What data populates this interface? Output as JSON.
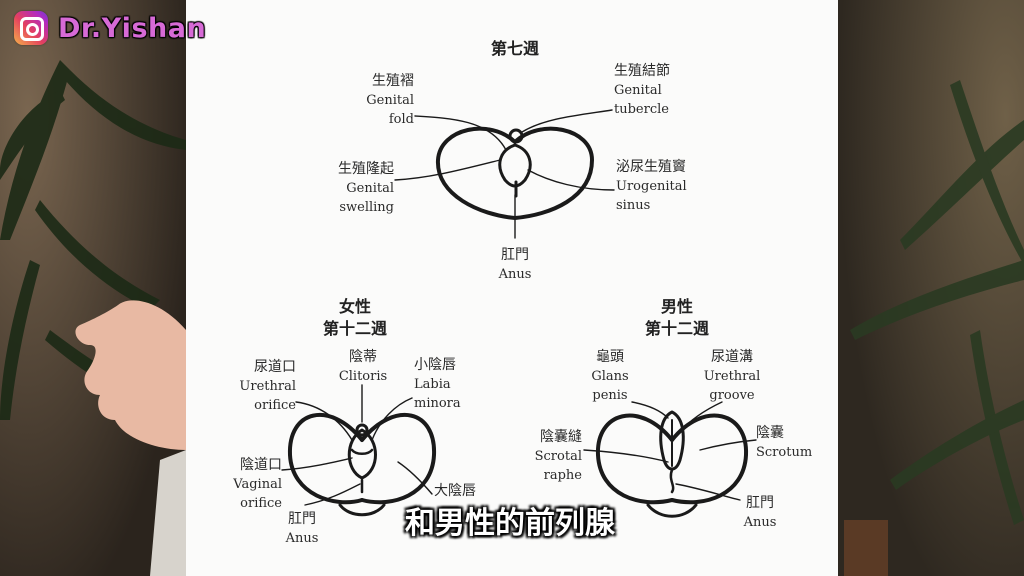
{
  "brand": {
    "name": "Dr.Yishan",
    "icon": "instagram-icon"
  },
  "colors": {
    "brand_text": "#d76ad6",
    "panel": "#fbfbfa",
    "ink": "#1a1a1a"
  },
  "top": {
    "title": "第七週",
    "genital_fold": {
      "zh": "生殖褶",
      "en1": "Genital",
      "en2": "fold"
    },
    "genital_tubercle": {
      "zh": "生殖結節",
      "en1": "Genital",
      "en2": "tubercle"
    },
    "genital_swelling": {
      "zh": "生殖隆起",
      "en1": "Genital",
      "en2": "swelling"
    },
    "urogenital_sinus": {
      "zh": "泌尿生殖竇",
      "en1": "Urogenital",
      "en2": "sinus"
    },
    "anus": {
      "zh": "肛門",
      "en": "Anus"
    }
  },
  "female": {
    "title1": "女性",
    "title2": "第十二週",
    "urethral_orifice": {
      "zh": "尿道口",
      "en1": "Urethral",
      "en2": "orifice"
    },
    "clitoris": {
      "zh": "陰蒂",
      "en": "Clitoris"
    },
    "labia_minora": {
      "zh": "小陰唇",
      "en1": "Labia",
      "en2": "minora"
    },
    "vaginal_orifice": {
      "zh": "陰道口",
      "en1": "Vaginal",
      "en2": "orifice"
    },
    "labia_majora": {
      "zh": "大陰唇"
    },
    "anus": {
      "zh": "肛門",
      "en": "Anus"
    }
  },
  "male": {
    "title1": "男性",
    "title2": "第十二週",
    "glans": {
      "zh": "龜頭",
      "en1": "Glans",
      "en2": "penis"
    },
    "urethral_groove": {
      "zh": "尿道溝",
      "en1": "Urethral",
      "en2": "groove"
    },
    "scrotal_raphe": {
      "zh": "陰囊縫",
      "en1": "Scrotal",
      "en2": "raphe"
    },
    "scrotum": {
      "zh": "陰囊",
      "en": "Scrotum"
    },
    "anus": {
      "zh": "肛門",
      "en": "Anus"
    }
  },
  "subtitle": "和男性的前列腺"
}
